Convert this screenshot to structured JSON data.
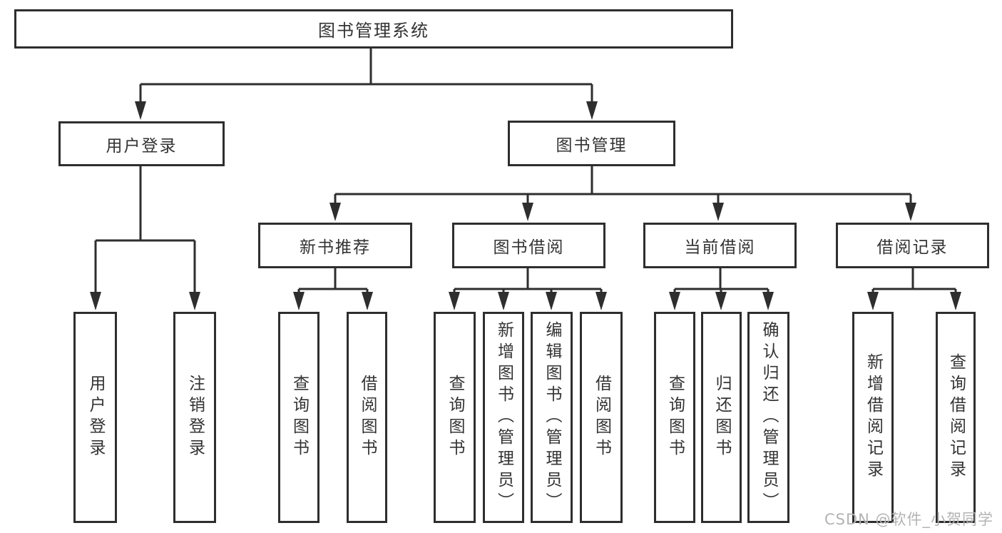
{
  "tree": {
    "label": "图书管理系统",
    "children": [
      {
        "label": "用户登录",
        "children": [
          {
            "label": "用户登录"
          },
          {
            "label": "注销登录"
          }
        ]
      },
      {
        "label": "图书管理",
        "children": [
          {
            "label": "新书推荐",
            "children": [
              {
                "label": "查询图书"
              },
              {
                "label": "借阅图书"
              }
            ]
          },
          {
            "label": "图书借阅",
            "children": [
              {
                "label": "查询图书"
              },
              {
                "label": "新增图书（管理员）"
              },
              {
                "label": "编辑图书（管理员）"
              },
              {
                "label": "借阅图书"
              }
            ]
          },
          {
            "label": "当前借阅",
            "children": [
              {
                "label": "查询图书"
              },
              {
                "label": "归还图书"
              },
              {
                "label": "确认归还（管理员）"
              }
            ]
          },
          {
            "label": "借阅记录",
            "children": [
              {
                "label": "新增借阅记录"
              },
              {
                "label": "查询借阅记录"
              }
            ]
          }
        ]
      }
    ]
  },
  "watermark": {
    "text": "CSDN @软件_小贺同学"
  },
  "colors": {
    "line": "#2e2e2e",
    "text": "#333333",
    "watermark": "#b3b3b3",
    "background": "#ffffff"
  }
}
